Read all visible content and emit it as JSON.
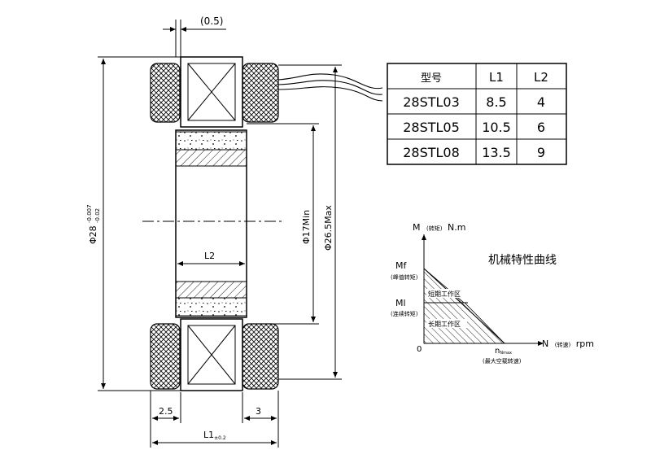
{
  "drawing": {
    "gap_label": "(0.5)",
    "outer_diameter_label": "Φ28",
    "outer_diameter_upper_tol": "-0.007",
    "outer_diameter_lower_tol": "-0.02",
    "bore_label": "Φ17Min",
    "max_diameter_label": "Φ26.5Max",
    "inner_length_label": "L2",
    "left_offset_label": "2.5",
    "right_offset_label": "3",
    "total_length_label": "L1",
    "total_length_tol": "±0.2"
  },
  "table": {
    "headers": [
      "型号",
      "L1",
      "L2"
    ],
    "rows": [
      [
        "28STL03",
        "8.5",
        "4"
      ],
      [
        "28STL05",
        "10.5",
        "6"
      ],
      [
        "28STL08",
        "13.5",
        "9"
      ]
    ]
  },
  "curve": {
    "title": "机械特性曲线",
    "y_axis_label": "M",
    "y_axis_note": "(转矩)",
    "y_axis_unit": "N.m",
    "x_axis_label": "N",
    "x_axis_note": "(转速)",
    "x_axis_unit": "rpm",
    "origin_label": "0",
    "mf_label": "Mf",
    "mf_note": "(峰值转矩)",
    "ml_label": "Ml",
    "ml_note": "(连续转矩)",
    "short_zone_label": "短期工作区",
    "long_zone_label": "长期工作区",
    "nmax_label": "n",
    "nmax_sub": "Nmax",
    "nmax_note": "(最大空载转速)"
  }
}
